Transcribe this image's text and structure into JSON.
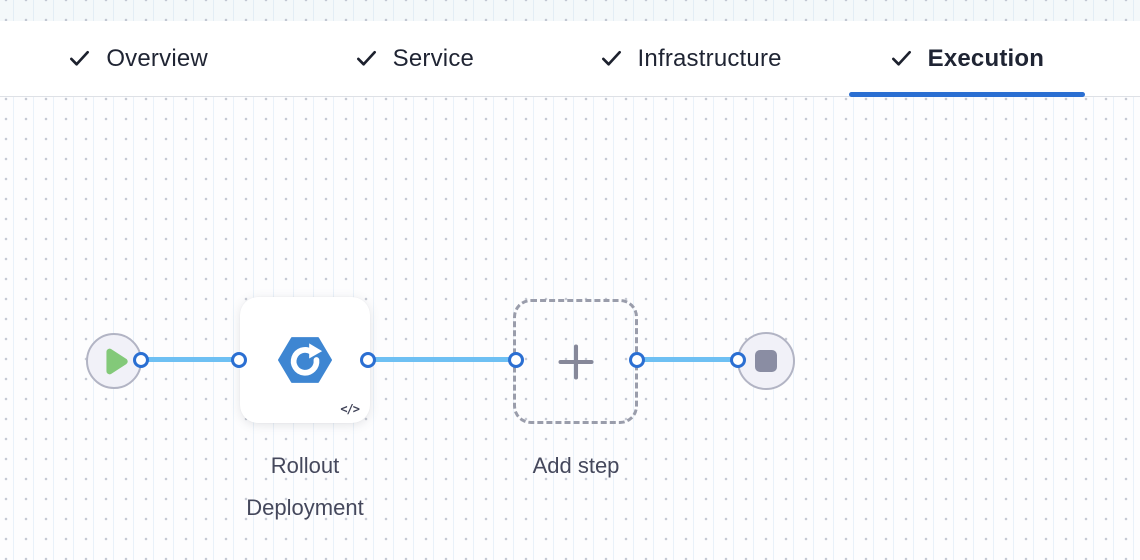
{
  "tabs": [
    {
      "label": "Overview",
      "checked": true,
      "active": false
    },
    {
      "label": "Service",
      "checked": true,
      "active": false
    },
    {
      "label": "Infrastructure",
      "checked": true,
      "active": false
    },
    {
      "label": "Execution",
      "checked": true,
      "active": true
    }
  ],
  "pipeline": {
    "start_node": {
      "icon": "play-icon"
    },
    "step": {
      "name": "Rollout Deployment",
      "icon": "rollout-deployment-icon",
      "badge": "</>"
    },
    "add_step": {
      "label": "Add step",
      "icon": "plus-icon"
    },
    "end_node": {
      "icon": "stop-icon"
    }
  },
  "colors": {
    "active_tab_underline": "#2b6fd2",
    "connector_line": "#6ec0f3",
    "connector_point_border": "#2b6fd2",
    "step_icon_blue": "#3e86d2",
    "play_green": "#83c979",
    "stop_gray": "#8a8da3"
  }
}
